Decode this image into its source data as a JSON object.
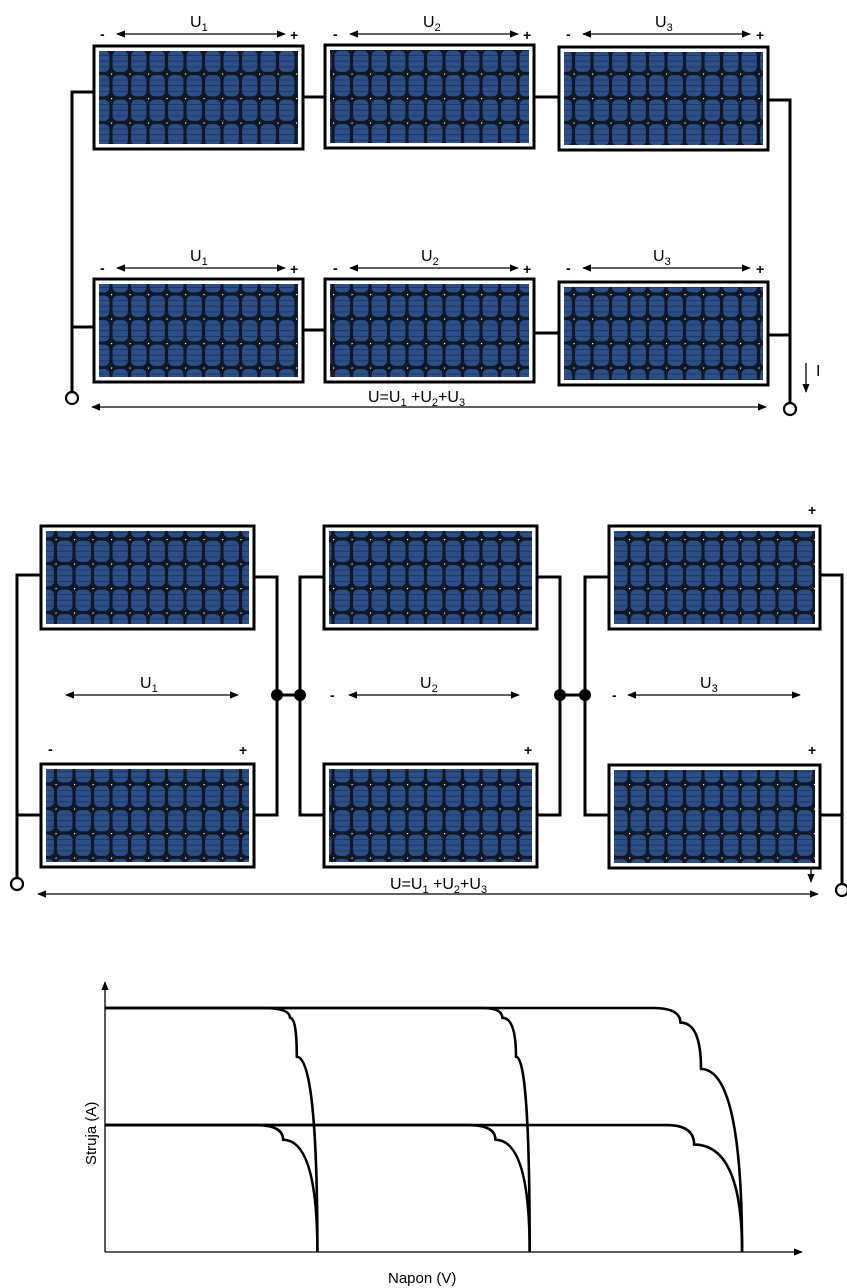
{
  "diagram1": {
    "modules": [
      {
        "voltage_label": "U",
        "voltage_sub": "1",
        "minus": "-",
        "plus": "+"
      },
      {
        "voltage_label": "U",
        "voltage_sub": "2",
        "minus": "-",
        "plus": "+"
      },
      {
        "voltage_label": "U",
        "voltage_sub": "3",
        "minus": "-",
        "plus": "+"
      },
      {
        "voltage_label": "U",
        "voltage_sub": "1",
        "minus": "-",
        "plus": "+"
      },
      {
        "voltage_label": "U",
        "voltage_sub": "2",
        "minus": "-",
        "plus": "+"
      },
      {
        "voltage_label": "U",
        "voltage_sub": "3",
        "minus": "-",
        "plus": "+"
      }
    ],
    "current_label": "I",
    "total": {
      "p1": "U=U",
      "s1": "1",
      "p2": " +U",
      "s2": "2",
      "p3": "+U",
      "s3": "3"
    }
  },
  "diagram2": {
    "groups": [
      {
        "voltage_label": "U",
        "voltage_sub": "1",
        "top_plus": "",
        "minus": "-",
        "mid_minus": "",
        "plus": "+"
      },
      {
        "voltage_label": "U",
        "voltage_sub": "2",
        "top_plus": "",
        "minus": "",
        "mid_minus": "-",
        "plus": "+"
      },
      {
        "voltage_label": "U",
        "voltage_sub": "3",
        "top_plus": "+",
        "minus": "",
        "mid_minus": "-",
        "plus": "+"
      }
    ],
    "total": {
      "p1": "U=U",
      "s1": "1",
      "p2": " +U",
      "s2": "2",
      "p3": "+U",
      "s3": "3"
    }
  },
  "chart": {
    "ylabel": "Struja (A)",
    "xlabel": "Napon (V)"
  },
  "chart_data": {
    "type": "line",
    "title": "",
    "xlabel": "Napon (V)",
    "ylabel": "Struja (A)",
    "xlim": [
      0,
      100
    ],
    "ylim": [
      0,
      100
    ],
    "grid": false,
    "series": [
      {
        "points": [
          [
            0,
            100
          ],
          [
            23,
            100
          ],
          [
            27,
            96
          ],
          [
            28,
            80
          ],
          [
            31,
            0
          ]
        ]
      },
      {
        "points": [
          [
            0,
            100
          ],
          [
            55,
            100
          ],
          [
            58,
            96
          ],
          [
            60,
            80
          ],
          [
            62,
            0
          ]
        ]
      },
      {
        "points": [
          [
            0,
            100
          ],
          [
            80,
            100
          ],
          [
            84,
            94
          ],
          [
            87,
            75
          ],
          [
            93,
            0
          ]
        ]
      },
      {
        "points": [
          [
            0,
            52
          ],
          [
            22,
            52
          ],
          [
            26,
            46
          ],
          [
            31,
            0
          ]
        ]
      },
      {
        "points": [
          [
            0,
            52
          ],
          [
            53,
            52
          ],
          [
            57,
            46
          ],
          [
            62,
            0
          ]
        ]
      },
      {
        "points": [
          [
            0,
            52
          ],
          [
            82,
            52
          ],
          [
            86,
            44
          ],
          [
            93,
            0
          ]
        ]
      }
    ]
  }
}
